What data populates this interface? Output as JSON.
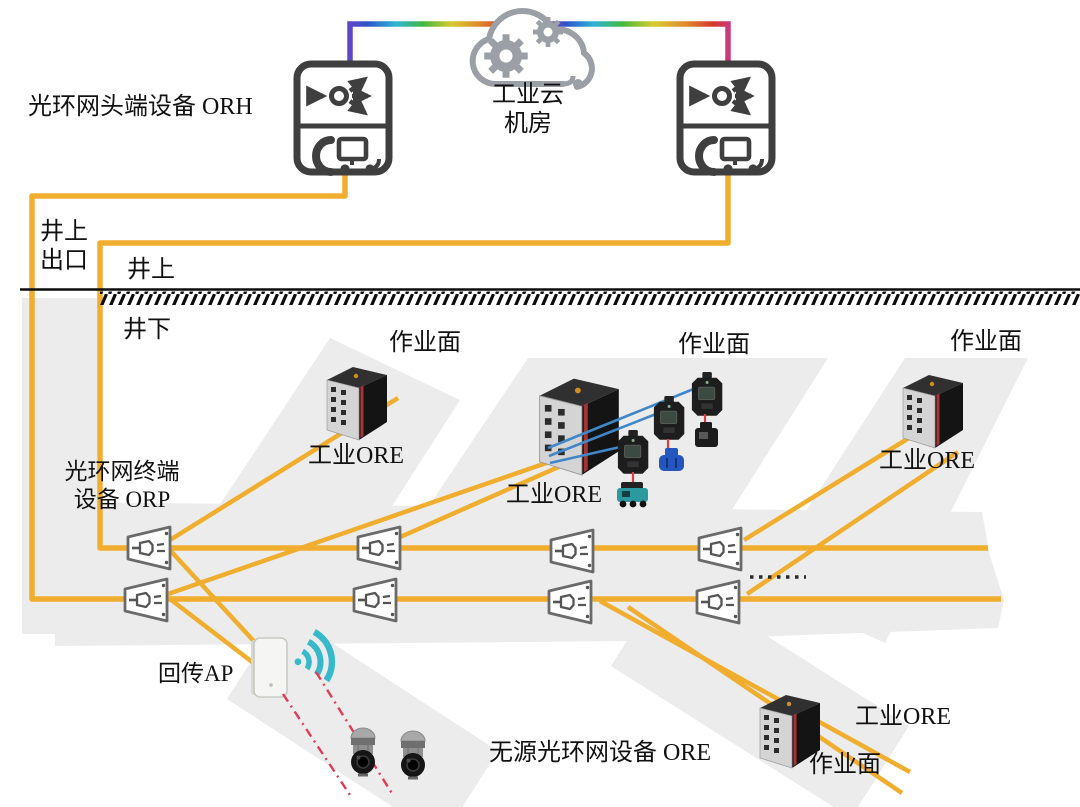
{
  "labels": {
    "orh_device": "光环网头端设备 ORH",
    "cloud_line1": "工业云",
    "cloud_line2": "机房",
    "shaft_exit_line1": "井上",
    "shaft_exit_line2": "出口",
    "surface": "井上",
    "underground": "井下",
    "orp_line1": "光环网终端",
    "orp_line2": "设备 ORP",
    "backhaul_ap": "回传AP",
    "passive_ore": "无源光环网设备 ORE",
    "workfaces": [
      "作业面",
      "作业面",
      "作业面",
      "作业面"
    ],
    "industrial_ores": [
      "工业ORE",
      "工业ORE",
      "工业ORE",
      "工业ORE"
    ]
  },
  "colors": {
    "fiber": "#F0AD2E",
    "tunnel": "#ECECEC",
    "device": "#3F3F3F",
    "cloud": "#9AA0A6",
    "wifi": "#35B9CB",
    "sensor-cable": "#3F87C9",
    "sensor-link": "#E23C3C",
    "wireless": "#E23A55",
    "text": "#111111"
  }
}
